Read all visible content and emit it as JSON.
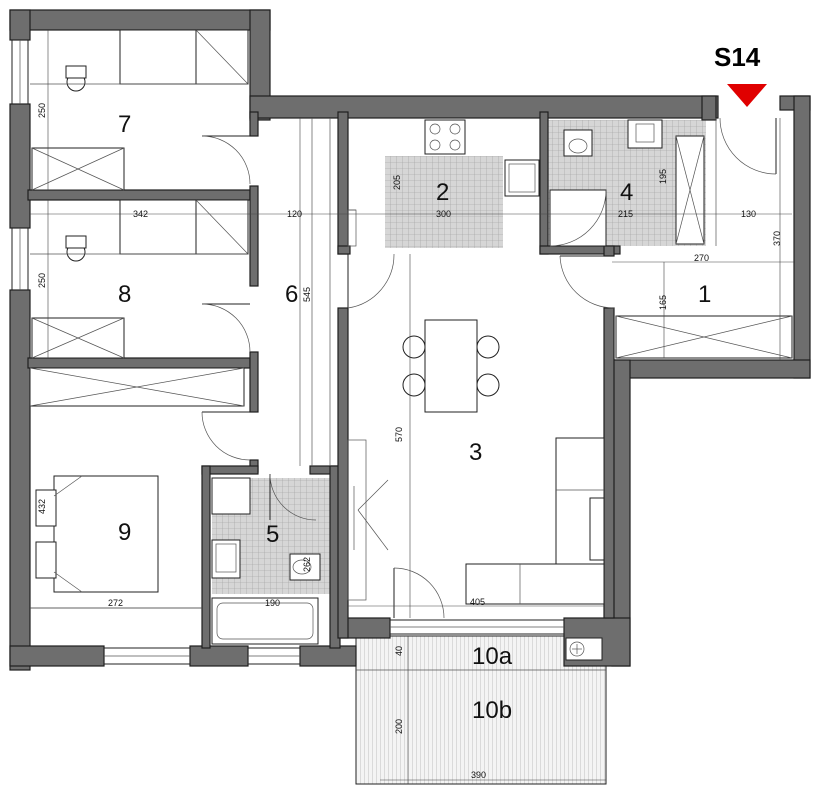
{
  "unit_id": "S14",
  "colors": {
    "wall": "#6e6e6e",
    "entry_marker": "#e00000",
    "tile": "#cfcfcf",
    "deck": "#f2f2f2"
  },
  "rooms": [
    {
      "id": "r1",
      "number": "1"
    },
    {
      "id": "r2",
      "number": "2"
    },
    {
      "id": "r3",
      "number": "3"
    },
    {
      "id": "r4",
      "number": "4"
    },
    {
      "id": "r5",
      "number": "5"
    },
    {
      "id": "r6",
      "number": "6"
    },
    {
      "id": "r7",
      "number": "7"
    },
    {
      "id": "r8",
      "number": "8"
    },
    {
      "id": "r9",
      "number": "9"
    },
    {
      "id": "r10a",
      "number": "10a"
    },
    {
      "id": "r10b",
      "number": "10b"
    }
  ],
  "dimensions": [
    {
      "id": "d250a",
      "text": "250"
    },
    {
      "id": "d342",
      "text": "342"
    },
    {
      "id": "d120",
      "text": "120"
    },
    {
      "id": "d300",
      "text": "300"
    },
    {
      "id": "d205",
      "text": "205"
    },
    {
      "id": "d195",
      "text": "195"
    },
    {
      "id": "d215",
      "text": "215"
    },
    {
      "id": "d130",
      "text": "130"
    },
    {
      "id": "d370",
      "text": "370"
    },
    {
      "id": "d270",
      "text": "270"
    },
    {
      "id": "d250b",
      "text": "250"
    },
    {
      "id": "d545",
      "text": "545"
    },
    {
      "id": "d165",
      "text": "165"
    },
    {
      "id": "d570",
      "text": "570"
    },
    {
      "id": "d432",
      "text": "432"
    },
    {
      "id": "d262",
      "text": "262"
    },
    {
      "id": "d272",
      "text": "272"
    },
    {
      "id": "d190",
      "text": "190"
    },
    {
      "id": "d405",
      "text": "405"
    },
    {
      "id": "d40",
      "text": "40"
    },
    {
      "id": "d200",
      "text": "200"
    },
    {
      "id": "d390",
      "text": "390"
    }
  ],
  "icons": [
    "entry-arrow-icon",
    "stove-icon",
    "sink-icon",
    "toilet-icon",
    "bathtub-icon",
    "shower-icon",
    "washing-machine-icon",
    "bed-icon",
    "dining-table-icon",
    "sofa-icon",
    "wardrobe-icon"
  ]
}
